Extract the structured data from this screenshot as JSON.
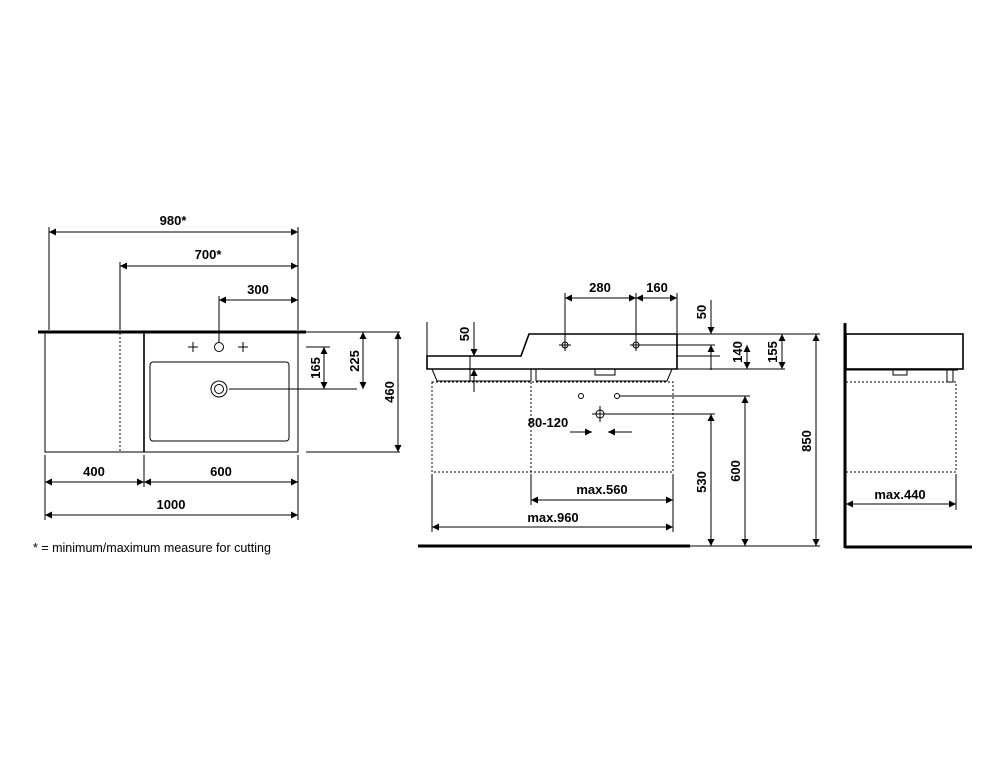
{
  "dimensions": {
    "top_view": {
      "width_980": "980*",
      "width_700": "700*",
      "width_300": "300",
      "depth_165": "165",
      "depth_225": "225",
      "depth_460": "460",
      "width_400": "400",
      "width_600": "600",
      "width_1000": "1000"
    },
    "front_view": {
      "dim_280": "280",
      "dim_160": "160",
      "dim_50_left": "50",
      "dim_50_right": "50",
      "dim_140": "140",
      "dim_155": "155",
      "dim_80_120": "80-120",
      "dim_max560": "max.560",
      "dim_max960": "max.960",
      "dim_530": "530",
      "dim_600": "600",
      "dim_850": "850"
    },
    "side_view": {
      "dim_max440": "max.440"
    }
  },
  "footnote": "* = minimum/maximum measure for cutting"
}
